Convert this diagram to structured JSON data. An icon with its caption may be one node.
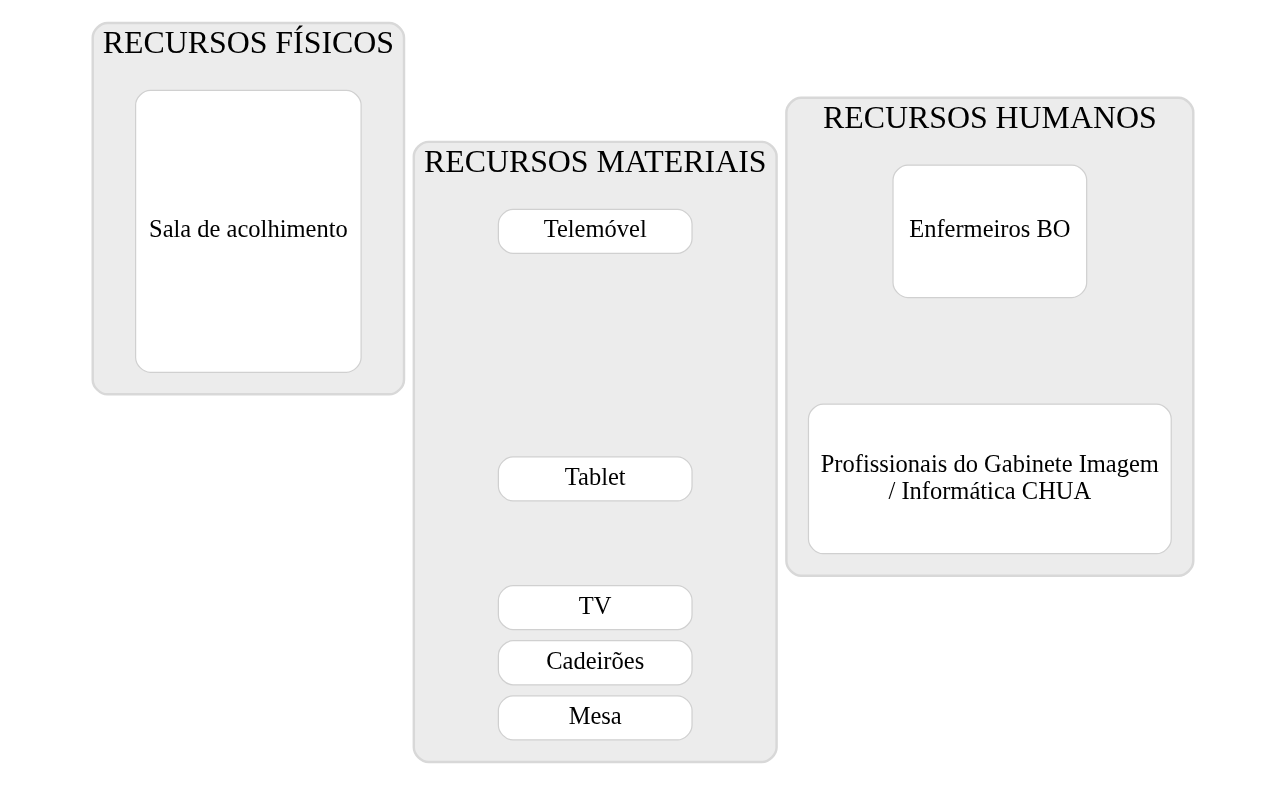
{
  "diagram": {
    "nodes": [
      {
        "text": [
          "RECURSOS FÍSICOS"
        ]
      },
      {
        "text": [
          "Sala de acolhimento"
        ],
        "in": 0
      },
      {
        "text": [
          "RECURSOS MATERIAIS"
        ]
      },
      {
        "text": [
          "Telemóvel"
        ],
        "in": 2
      },
      {
        "text": [
          "Tablet"
        ],
        "in": 2
      },
      {
        "text": [
          "TV"
        ],
        "in": 2
      },
      {
        "text": [
          "Cadeirões"
        ],
        "in": 2
      },
      {
        "text": [
          "Mesa"
        ],
        "in": 2
      },
      {
        "text": [
          "RECURSOS HUMANOS"
        ]
      },
      {
        "text": [
          "Enfermeiros BO"
        ],
        "in": 8
      },
      {
        "text": [
          "Profissionais do Gabinete Imagem",
          "/ Informática CHUA"
        ],
        "in": 8
      }
    ]
  }
}
